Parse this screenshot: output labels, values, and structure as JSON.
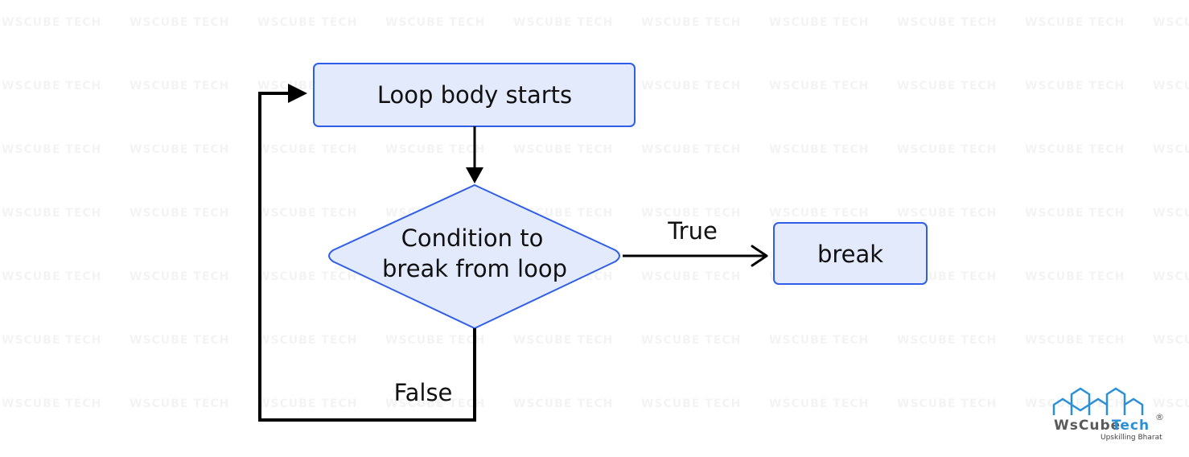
{
  "diagram": {
    "nodes": {
      "start": {
        "label": "Loop body starts",
        "shape": "rectangle"
      },
      "condition": {
        "label_line1": "Condition to",
        "label_line2": "break from loop",
        "shape": "diamond"
      },
      "break": {
        "label": "break",
        "shape": "rectangle"
      }
    },
    "edges": {
      "true_label": "True",
      "false_label": "False"
    },
    "colors": {
      "node_fill": "#e3eafc",
      "node_stroke": "#2f5ee8",
      "edge": "#000000",
      "logo_blue": "#2a8fd4",
      "logo_gray": "#5a5a5a"
    }
  },
  "logo": {
    "brand_left": "WsCube",
    "brand_right": "Tech",
    "registered": "®",
    "tagline": "Upskilling Bharat"
  },
  "watermark": {
    "text": "WSCUBE TECH"
  }
}
